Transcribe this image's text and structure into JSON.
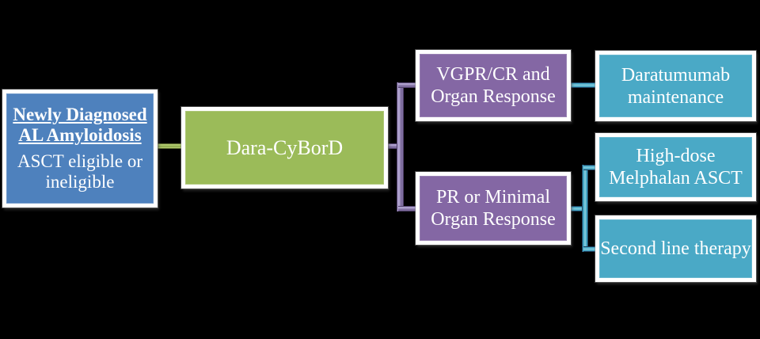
{
  "diagram": {
    "type": "flowchart",
    "subject": "AL amyloidosis treatment pathway",
    "background_color": "#000000",
    "palette": {
      "node_blue": "#4E81BD",
      "node_green": "#9BBB59",
      "node_purple": "#8467A4",
      "node_teal": "#4AA9C6",
      "frame_white": "#FFFFFF",
      "text_color": "#FFFFFF",
      "connector_green": "#8CA94B",
      "connector_purple_light": "#AC9FCB",
      "connector_purple_dark": "#51416B",
      "connector_teal_light": "#7EC8DC",
      "connector_teal_dark": "#1E3F5F"
    },
    "nodes": {
      "start": {
        "title_lines": [
          "Newly Diagnosed",
          "AL Amyloidosis"
        ],
        "body_lines": [
          "ASCT eligible or",
          "ineligible"
        ]
      },
      "treatment": {
        "label": "Dara-CyBorD"
      },
      "response_good": {
        "lines": [
          "VGPR/CR and",
          "Organ Response"
        ]
      },
      "maintenance": {
        "lines": [
          "Daratumumab",
          "maintenance"
        ]
      },
      "response_partial": {
        "lines": [
          "PR or Minimal",
          "Organ Response"
        ]
      },
      "transplant": {
        "lines": [
          "High-dose",
          "Melphalan ASCT"
        ]
      },
      "second_line": {
        "lines": [
          "Second line therapy"
        ]
      }
    },
    "edges": [
      {
        "from": "start",
        "to": "treatment"
      },
      {
        "from": "treatment",
        "to": "response_good"
      },
      {
        "from": "treatment",
        "to": "response_partial"
      },
      {
        "from": "response_good",
        "to": "maintenance"
      },
      {
        "from": "response_partial",
        "to": "transplant"
      },
      {
        "from": "response_partial",
        "to": "second_line"
      }
    ]
  }
}
